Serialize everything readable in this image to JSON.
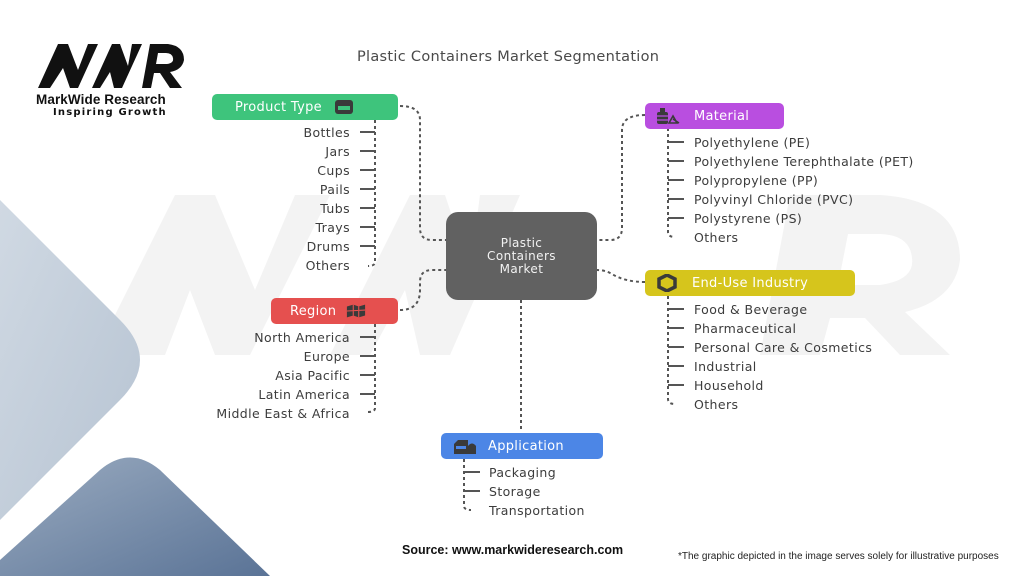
{
  "brand": {
    "logo_mark": "MWR",
    "name": "MarkWide Research",
    "tagline": "Inspiring Growth"
  },
  "title": "Plastic Containers Market Segmentation",
  "center": {
    "line1": "Plastic",
    "line2": "Containers",
    "line3": "Market"
  },
  "segments": {
    "product_type": {
      "label": "Product Type",
      "icon": "container-icon",
      "color": "#3ec47c",
      "items": [
        "Bottles",
        "Jars",
        "Cups",
        "Pails",
        "Tubs",
        "Trays",
        "Drums",
        "Others"
      ]
    },
    "region": {
      "label": "Region",
      "icon": "globe-map-icon",
      "color": "#e5504f",
      "items": [
        "North America",
        "Europe",
        "Asia Pacific",
        "Latin America",
        "Middle East & Africa"
      ]
    },
    "material": {
      "label": "Material",
      "icon": "recycle-bottle-icon",
      "color": "#b94ee0",
      "items": [
        "Polyethylene (PE)",
        "Polyethylene Terephthalate (PET)",
        "Polypropylene (PP)",
        "Polyvinyl Chloride (PVC)",
        "Polystyrene (PS)",
        "Others"
      ]
    },
    "end_use": {
      "label": "End-Use Industry",
      "icon": "hexagon-icon",
      "color": "#d6c51c",
      "items": [
        "Food & Beverage",
        "Pharmaceutical",
        "Personal Care & Cosmetics",
        "Industrial",
        "Household",
        "Others"
      ]
    },
    "application": {
      "label": "Application",
      "icon": "warehouse-icon",
      "color": "#4c86e6",
      "items": [
        "Packaging",
        "Storage",
        "Transportation"
      ]
    }
  },
  "footer": {
    "source": "Source: www.markwideresearch.com",
    "disclaimer": "*The graphic depicted in the image serves solely for illustrative purposes"
  }
}
